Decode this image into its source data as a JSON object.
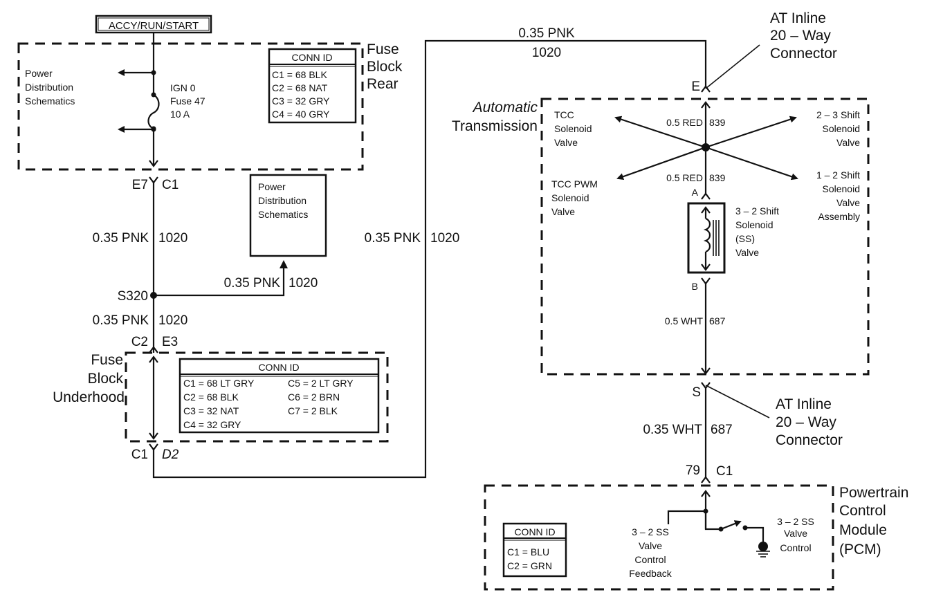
{
  "ignition": {
    "label": "ACCY/RUN/START"
  },
  "fuse_block_rear": {
    "title": [
      "Fuse",
      "Block",
      "Rear"
    ],
    "power_dist": [
      "Power",
      "Distribution",
      "Schematics"
    ],
    "fuse": [
      "IGN 0",
      "Fuse  47",
      "10 A"
    ],
    "conn_id": {
      "header": "CONN ID",
      "rows": [
        "C1  =  68 BLK",
        "C2  =  68 NAT",
        "C3  =  32 GRY",
        "C4  =  40 GRY"
      ]
    }
  },
  "left_circuit": {
    "conn_top": {
      "left": "E7",
      "right": "C1"
    },
    "wire1": {
      "color": "0.35 PNK",
      "circuit": "1020"
    },
    "splice": "S320",
    "branch_wire": {
      "color": "0.35 PNK",
      "circuit": "1020"
    },
    "wire2": {
      "color": "0.35 PNK",
      "circuit": "1020"
    },
    "conn_mid": {
      "left": "C2",
      "right": "E3"
    },
    "conn_bottom": {
      "left": "C1",
      "right": "D2"
    },
    "power_dist_box": [
      "Power",
      "Distribution",
      "Schematics"
    ]
  },
  "fuse_block_underhood": {
    "title": [
      "Fuse",
      "Block",
      "Underhood"
    ],
    "conn_id": {
      "header": "CONN ID",
      "rows_left": [
        "C1  =  68 LT GRY",
        "C2  =  68 BLK",
        "C3  =  32 NAT",
        "C4  =  32 GRY"
      ],
      "rows_right": [
        "C5  =  2 LT GRY",
        "C6  =  2 BRN",
        "C7  =  2 BLK"
      ]
    }
  },
  "long_wire": {
    "top_color": "0.35 PNK",
    "top_circuit": "1020",
    "side_color": "0.35 PNK",
    "side_circuit": "1020"
  },
  "at_inline_top": {
    "label": [
      "AT Inline",
      "20 – Way",
      "Connector"
    ],
    "pin": "E"
  },
  "automatic_transmission": {
    "title": [
      "Automatic",
      "Transmission"
    ],
    "tcc_solenoid": [
      "TCC",
      "Solenoid",
      "Valve"
    ],
    "shift_23": [
      "2 – 3 Shift",
      "Solenoid",
      "Valve"
    ],
    "tcc_pwm": [
      "TCC PWM",
      "Solenoid",
      "Valve"
    ],
    "shift_12": [
      "1 – 2 Shift",
      "Solenoid",
      "Valve",
      "Assembly"
    ],
    "wire_top": {
      "color": "0.5 RED",
      "circuit": "839"
    },
    "wire_mid": {
      "color": "0.5 RED",
      "circuit": "839"
    },
    "pin_a": "A",
    "pin_b": "B",
    "shift_32": [
      "3 – 2 Shift",
      "Solenoid",
      "(SS)",
      "Valve"
    ],
    "wire_bottom": {
      "color": "0.5 WHT",
      "circuit": "687"
    }
  },
  "at_inline_bottom": {
    "label": [
      "AT Inline",
      "20 – Way",
      "Connector"
    ],
    "pin": "S"
  },
  "pcm_wire": {
    "color": "0.35 WHT",
    "circuit": "687",
    "pin": "79",
    "conn": "C1"
  },
  "pcm": {
    "title": [
      "Powertrain",
      "Control",
      "Module",
      "(PCM)"
    ],
    "conn_id": {
      "header": "CONN ID",
      "rows": [
        "C1  =  BLU",
        "C2  =  GRN"
      ]
    },
    "feedback": [
      "3 – 2 SS",
      "Valve",
      "Control",
      "Feedback"
    ],
    "control": [
      "3 – 2 SS",
      "Valve",
      "Control"
    ]
  }
}
